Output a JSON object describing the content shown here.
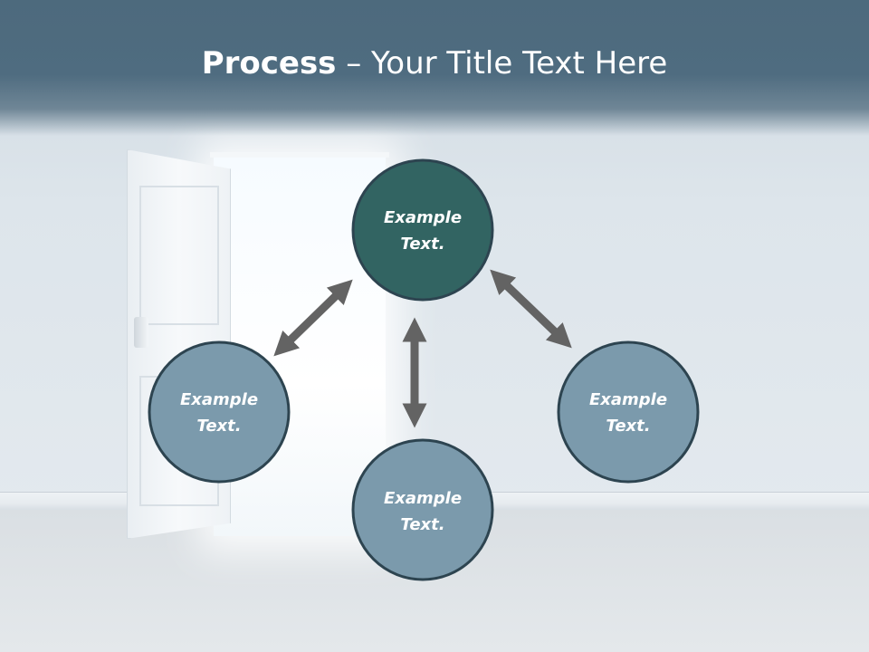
{
  "title": {
    "bold": "Process",
    "rest": " – Your Title Text Here"
  },
  "colors": {
    "header_bg": "#4d6a7d",
    "top_node_fill": "#326462",
    "node_fill": "#7b9aac",
    "node_stroke": "#2d4450",
    "arrow": "#636363"
  },
  "nodes": [
    {
      "id": "top",
      "line1": "Example",
      "line2": "Text."
    },
    {
      "id": "left",
      "line1": "Example",
      "line2": "Text."
    },
    {
      "id": "bottom",
      "line1": "Example",
      "line2": "Text."
    },
    {
      "id": "right",
      "line1": "Example",
      "line2": "Text."
    }
  ],
  "arrows": [
    {
      "id": "top-left",
      "type": "double-headed",
      "from": "top",
      "to": "left"
    },
    {
      "id": "top-bottom",
      "type": "double-headed",
      "from": "top",
      "to": "bottom"
    },
    {
      "id": "top-right",
      "type": "double-headed",
      "from": "top",
      "to": "right"
    }
  ],
  "background": {
    "scene": "empty-room-open-door"
  }
}
